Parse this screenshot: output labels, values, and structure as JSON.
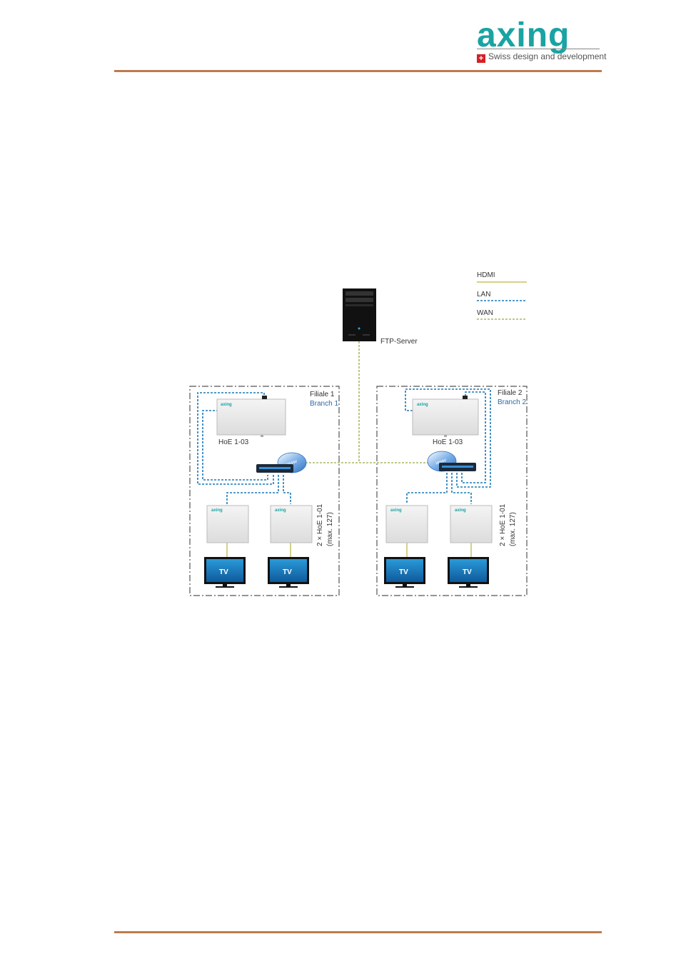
{
  "header": {
    "logo_text": "axing",
    "tagline": "Swiss design and development",
    "flag_icon": "swiss-flag-icon"
  },
  "colors": {
    "rule": "#c07a4e",
    "hdmi": "#c9c060",
    "lan": "#1a78b8",
    "wan": "#a8b860",
    "branch_text": "#2a6aa8",
    "logo": "#1aa3a3"
  },
  "diagram": {
    "legend": {
      "hdmi": "HDMI",
      "lan": "LAN",
      "wan": "WAN"
    },
    "server_label": "FTP-Server",
    "branch1": {
      "name": "Filiale 1",
      "name_en": "Branch 1",
      "headend_label": "HoE 1-03",
      "receivers_label": "2 × HoE 1-01",
      "receivers_max": "(max. 127)",
      "www": "www",
      "tv1": "TV",
      "tv2": "TV"
    },
    "branch2": {
      "name": "Filiale 2",
      "name_en": "Branch 2",
      "headend_label": "HoE 1-03",
      "receivers_label": "2 × HoE 1-01",
      "receivers_max": "(max. 127)",
      "www": "www",
      "tv1": "TV",
      "tv2": "TV"
    }
  }
}
